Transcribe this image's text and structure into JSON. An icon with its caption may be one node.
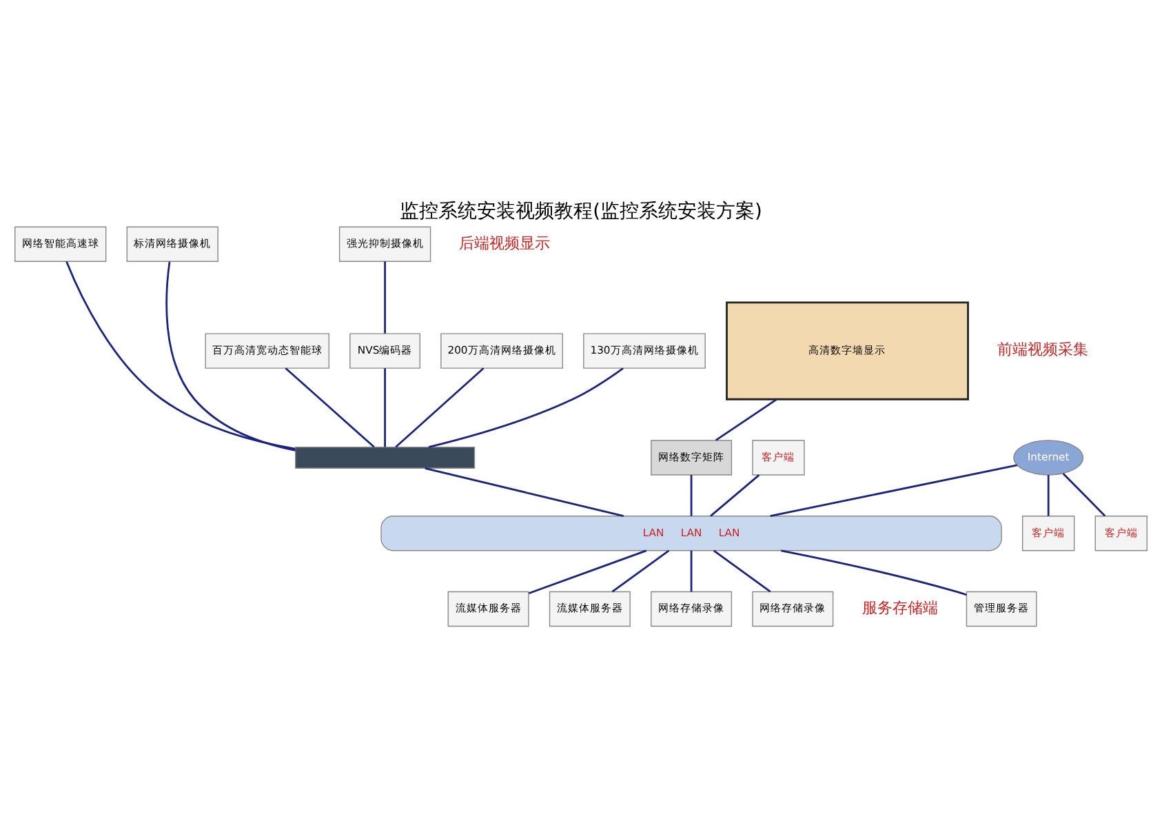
{
  "diagram": {
    "title": "监控系统安装视频教程(监控系统安装方案)",
    "nodes": [
      {
        "text": [
          "网络智能高速球"
        ]
      },
      {
        "text": [
          "标清网络摄像机"
        ]
      },
      {
        "text": [
          "强光抑制摄像机"
        ]
      },
      {
        "text": [
          "百万高清宽动态智能球"
        ]
      },
      {
        "text": [
          "NVS编码器"
        ]
      },
      {
        "text": [
          "200万高清网络摄像机"
        ]
      },
      {
        "text": [],
        "shape": "box"
      },
      {
        "text": [
          "130万高清网络摄像机"
        ]
      },
      {
        "text": [
          "高清数字墙显示"
        ]
      },
      {
        "text": [
          "网络数字矩阵"
        ]
      },
      {
        "text": [
          "客户端"
        ]
      },
      {
        "text": [
          "客户端"
        ]
      },
      {
        "text": [
          "Internet"
        ]
      },
      {
        "text": [
          "客户端"
        ]
      },
      {
        "text": [
          "LAN",
          "LAN",
          "LAN"
        ]
      },
      {
        "text": [
          "管理服务器"
        ]
      },
      {
        "text": [
          "流媒体服务器"
        ]
      },
      {
        "text": [
          "流媒体服务器"
        ]
      },
      {
        "text": [
          "网络存储录像"
        ]
      },
      {
        "text": [
          "网络存储录像"
        ]
      }
    ],
    "edges": [
      {
        "from": 0,
        "to": 6,
        "arrow": "none"
      },
      {
        "from": 1,
        "to": 6,
        "arrow": "none"
      },
      {
        "from": 2,
        "to": 4,
        "arrow": "none"
      },
      {
        "from": 3,
        "to": 6,
        "arrow": "none"
      },
      {
        "from": 4,
        "to": 6,
        "arrow": "none"
      },
      {
        "from": 5,
        "to": 6,
        "arrow": "none"
      },
      {
        "from": 7,
        "to": 6,
        "arrow": "none"
      },
      {
        "from": 6,
        "to": 14,
        "arrow": "none"
      },
      {
        "from": 8,
        "to": 9,
        "arrow": "none"
      },
      {
        "from": 9,
        "to": 14,
        "arrow": "none"
      },
      {
        "from": 12,
        "to": 10,
        "arrow": "none"
      },
      {
        "from": 11,
        "to": 14,
        "arrow": "none"
      },
      {
        "from": 12,
        "to": 13,
        "arrow": "none"
      },
      {
        "from": 12,
        "to": 14,
        "arrow": "none"
      },
      {
        "from": 14,
        "to": 15,
        "arrow": "none"
      },
      {
        "from": 14,
        "to": 16,
        "arrow": "none"
      },
      {
        "from": 14,
        "to": 17,
        "arrow": "none"
      },
      {
        "from": 14,
        "to": 18,
        "arrow": "none"
      },
      {
        "from": 14,
        "to": 19,
        "arrow": "none"
      }
    ],
    "labels": [
      "前端视频采集",
      "后端视频显示",
      "服务存储端"
    ]
  }
}
